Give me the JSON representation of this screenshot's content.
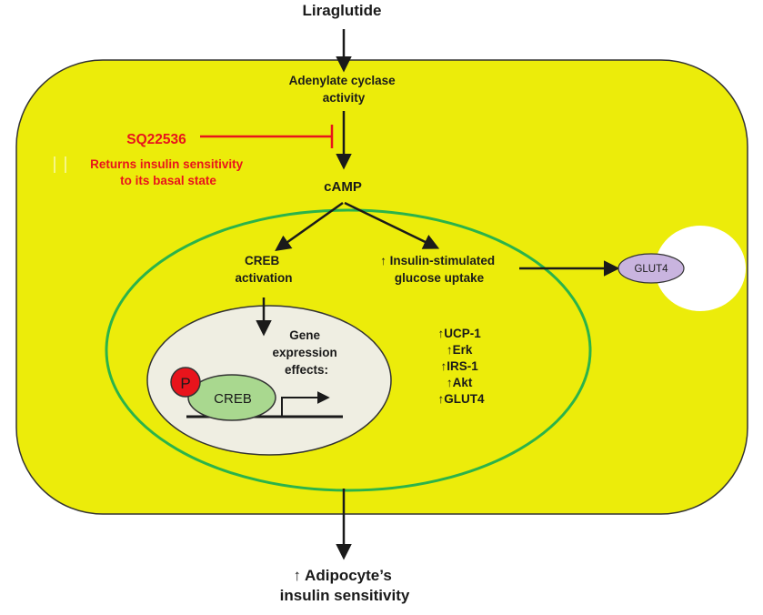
{
  "input": {
    "label": "Liraglutide"
  },
  "cell": {
    "adenylate_cyclase": [
      "Adenylate cyclase",
      "activity"
    ],
    "inhibitor": {
      "name": "SQ22536",
      "effect": [
        "Returns insulin sensitivity",
        "to its basal state"
      ]
    },
    "second_messenger": "cAMP",
    "creb_activation": [
      "CREB",
      "activation"
    ],
    "glucose_uptake": [
      "↑ Insulin-stimulated",
      "glucose uptake"
    ],
    "gene_expression": [
      "Gene",
      "expression",
      "effects:"
    ],
    "phospho_label": "P",
    "creb_label": "CREB",
    "targets": [
      "↑UCP-1",
      "↑Erk",
      "↑IRS-1",
      "↑Akt",
      "↑GLUT4"
    ],
    "transporter": "GLUT4"
  },
  "output": {
    "label": [
      "↑ Adipocyte’s",
      "insulin sensitivity"
    ]
  },
  "colors": {
    "cell_fill": "#ecec0a",
    "nucleus_outline": "#2bb34a",
    "inhibitor": "#e8141c",
    "creb_fill": "#a9d88f",
    "phospho_fill": "#e8141c",
    "gene_region_fill": "#efeee2",
    "glut4_fill": "#c9b4df"
  }
}
